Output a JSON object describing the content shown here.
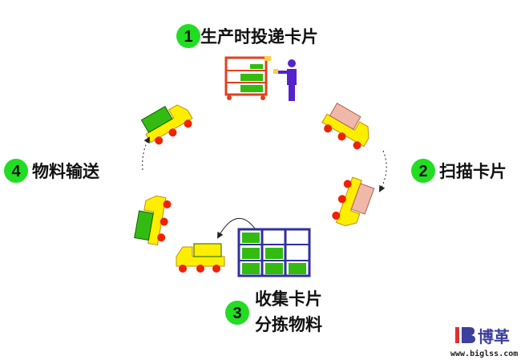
{
  "steps": [
    {
      "number": "1",
      "label": "生产时投递卡片"
    },
    {
      "number": "2",
      "label": "扫描卡片"
    },
    {
      "number": "3",
      "label_line1": "收集卡片",
      "label_line2": "分拣物料"
    },
    {
      "number": "4",
      "label": "物料输送"
    }
  ],
  "logo": {
    "mark": "B",
    "name": "博革",
    "url": "www.biglss.com"
  },
  "colors": {
    "badge": "#22dd22",
    "truck": "#ffee00",
    "wheel": "#ee2200",
    "green_load": "#33bb11",
    "pink_load": "#f0b8a8",
    "shelf": "#3030a0",
    "cart": "#e04020",
    "person": "#5522cc"
  }
}
